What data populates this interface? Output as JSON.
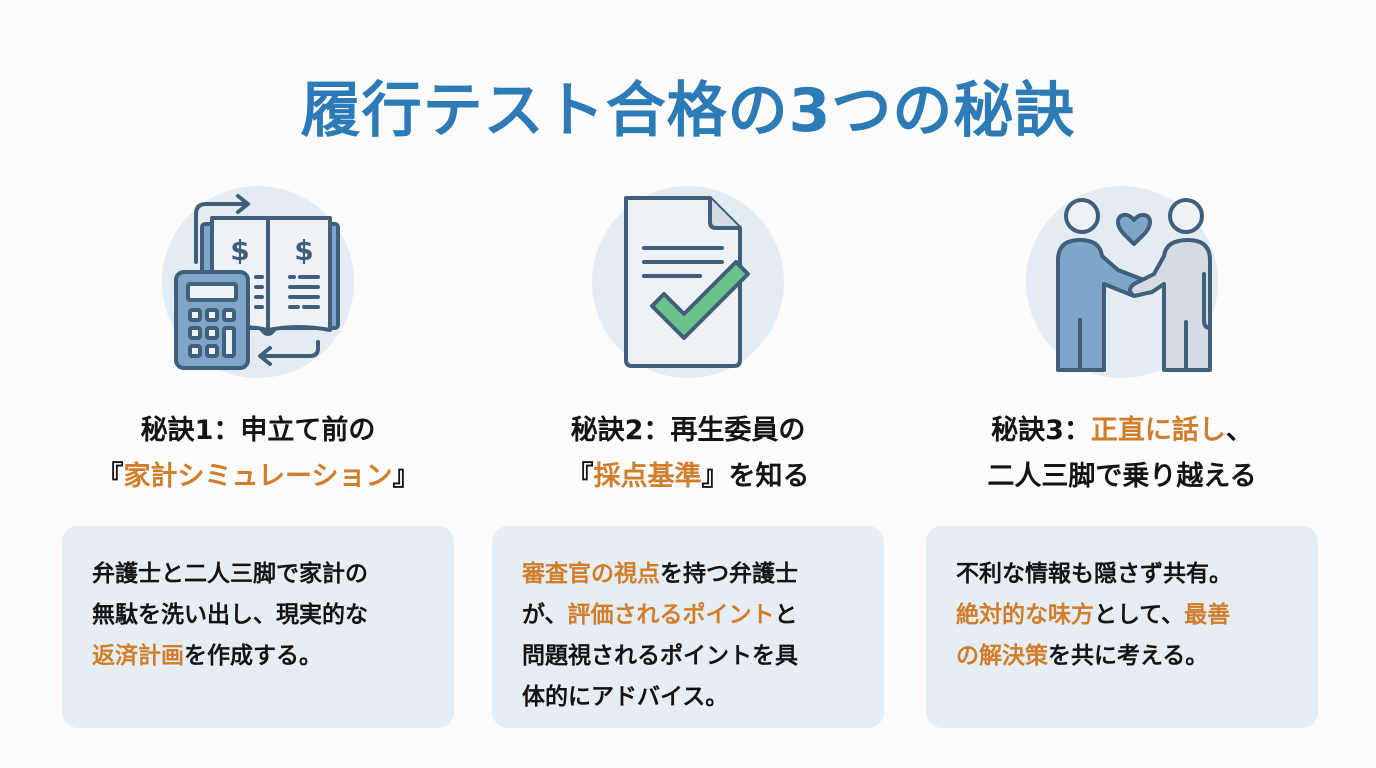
{
  "title": "履行テスト合格の3つの秘訣",
  "colors": {
    "title": "#2c7bb6",
    "accent_orange": "#d07d2c",
    "card_bg": "#e6edf3",
    "icon_circle": "#e4ecf3",
    "icon_stroke": "#3f5f7a",
    "icon_fill_blue": "#7fa6c8",
    "check_green": "#6cc48a"
  },
  "secrets": [
    {
      "icon": "calculator-ledger-icon",
      "heading": {
        "line1": "秘訣1：申立て前の",
        "line2_open": "『",
        "line2_highlight": "家計シミュレーション",
        "line2_close": "』"
      },
      "body": {
        "line1": "弁護士と二人三脚で家計の",
        "line2": "無駄を洗い出し、現実的な",
        "line3_highlight": "返済計画",
        "line3_rest": "を作成する。"
      }
    },
    {
      "icon": "document-checkmark-icon",
      "heading": {
        "line1": "秘訣2：再生委員の",
        "line2_open": "『",
        "line2_highlight": "採点基準",
        "line2_close": "』を知る"
      },
      "body": {
        "line1_highlight": "審査官の視点",
        "line1_rest": "を持つ弁護士",
        "line2_pre": "が、",
        "line2_highlight": "評価されるポイント",
        "line2_rest": "と",
        "line3": "問題視されるポイントを具",
        "line4": "体的にアドバイス。"
      }
    },
    {
      "icon": "handshake-heart-icon",
      "heading": {
        "line1_pre": "秘訣3：",
        "line1_highlight": "正直に話し",
        "line1_rest": "、",
        "line2": "二人三脚で乗り越える"
      },
      "body": {
        "line1": "不利な情報も隠さず共有。",
        "line2_highlight": "絶対的な味方",
        "line2_rest": "として、",
        "line2_highlight2": "最善",
        "line3_highlight": "の解決策",
        "line3_rest": "を共に考える。"
      }
    }
  ]
}
